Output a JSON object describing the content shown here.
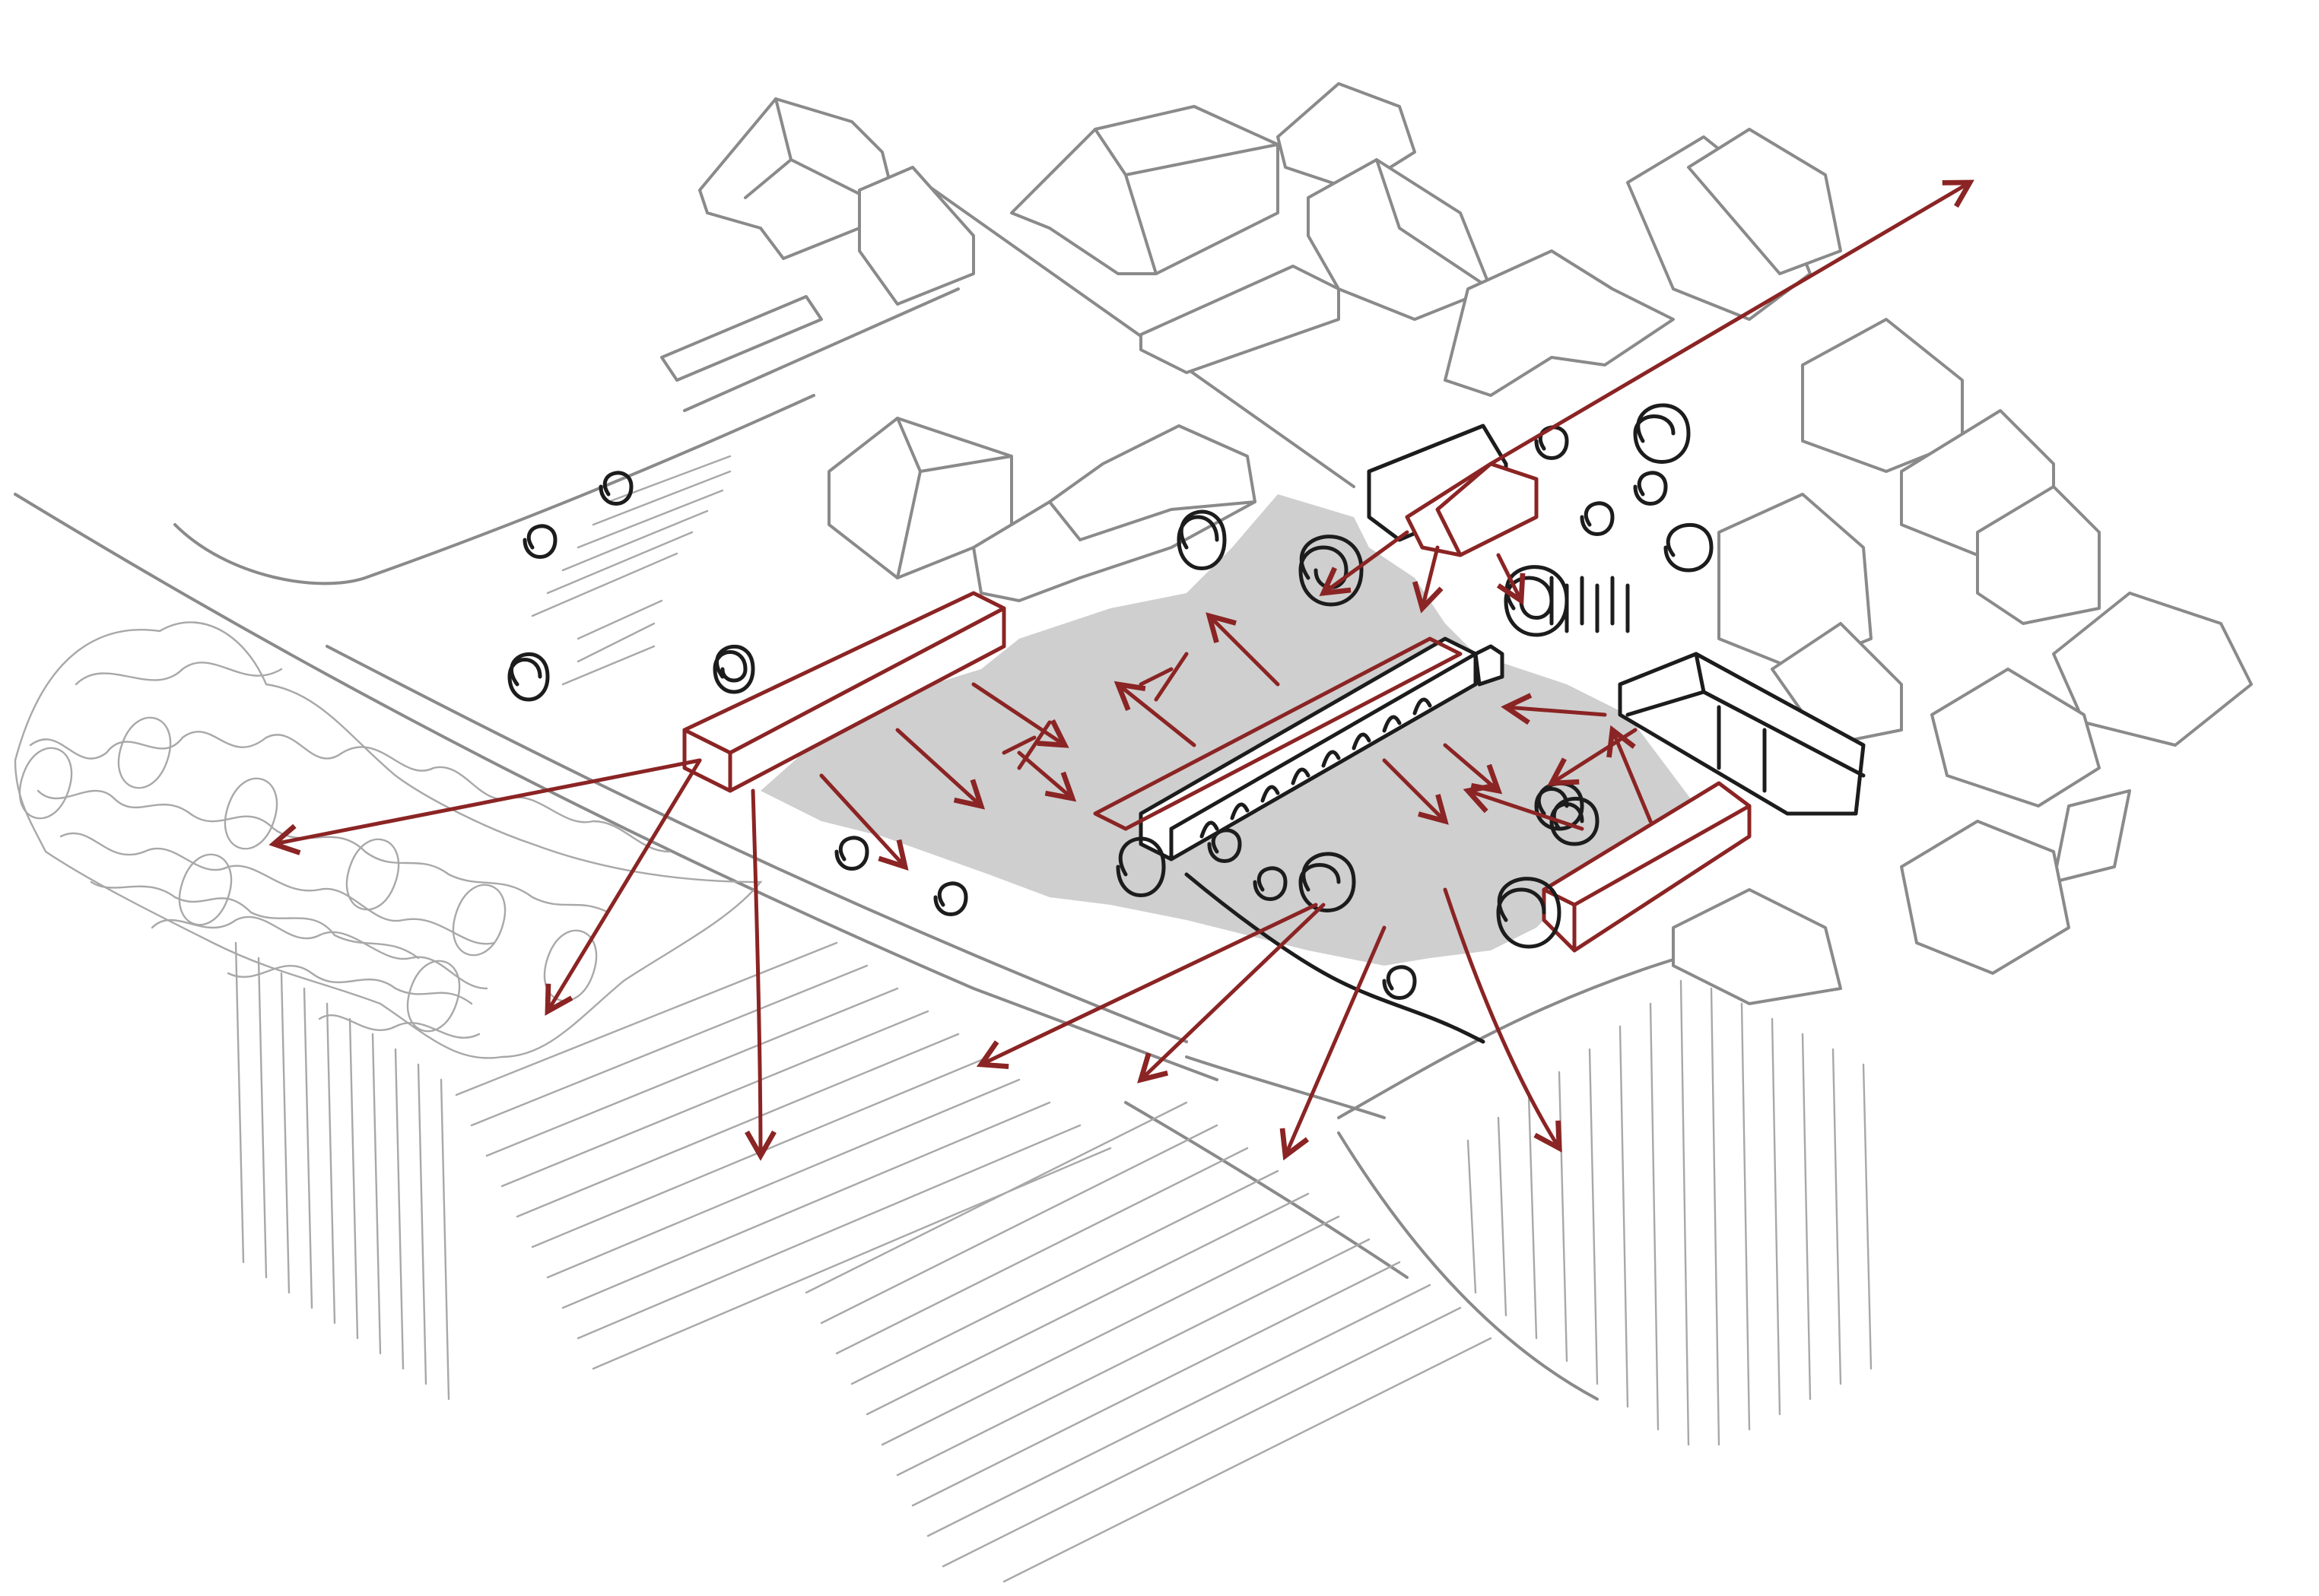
{
  "diagram": {
    "colors": {
      "background": "#ffffff",
      "context_lines": "#8a8a8a",
      "new_buildings": "#8b2424",
      "existing_key_buildings": "#1c1c1c",
      "plaza_fill": "#cfcfcf"
    },
    "elements": [
      "plaza",
      "new-building-red",
      "existing-building-black",
      "context-building",
      "tree-symbol",
      "woodland-scribble",
      "field-furrows",
      "view-arrow"
    ]
  }
}
